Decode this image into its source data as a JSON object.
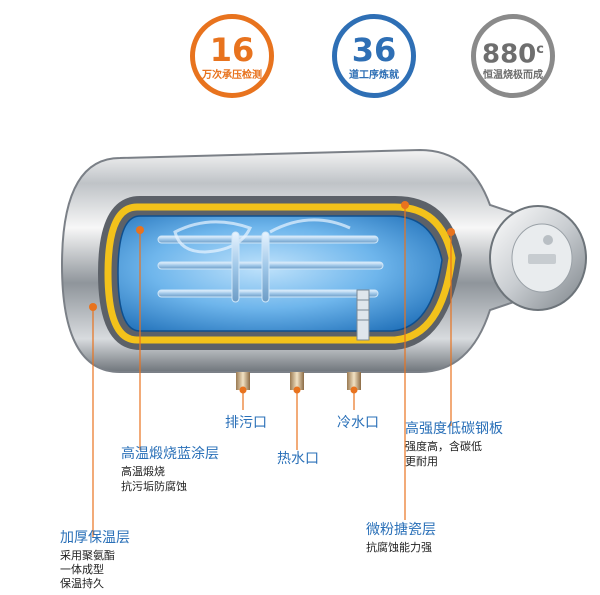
{
  "badges": [
    {
      "number": "16",
      "caption": "万次承压检测"
    },
    {
      "number": "36",
      "caption": "道工序炼就"
    },
    {
      "number": "880",
      "unit": "c",
      "caption": "恒温烧极而成"
    }
  ],
  "callouts": {
    "drain": "排污口",
    "hot_water": "热水口",
    "cold_water": "冷水口",
    "steel_plate": {
      "title": "高强度低碳钢板",
      "lines": [
        "强度高，含碳低",
        "更耐用"
      ]
    },
    "blue_coating": {
      "title": "高温煅烧蓝涂层",
      "lines": [
        "高温煅烧",
        "抗污垢防腐蚀"
      ]
    },
    "enamel": {
      "title": "微粉搪瓷层",
      "lines": [
        "抗腐蚀能力强"
      ]
    },
    "insulation": {
      "title": "加厚保温层",
      "lines": [
        "采用聚氨酯",
        "一体成型",
        "保温持久"
      ]
    }
  },
  "colors": {
    "orange": "#e8731e",
    "blue": "#2e6fb5",
    "gray": "#8a8a8a",
    "label_blue": "#2a70b8"
  }
}
